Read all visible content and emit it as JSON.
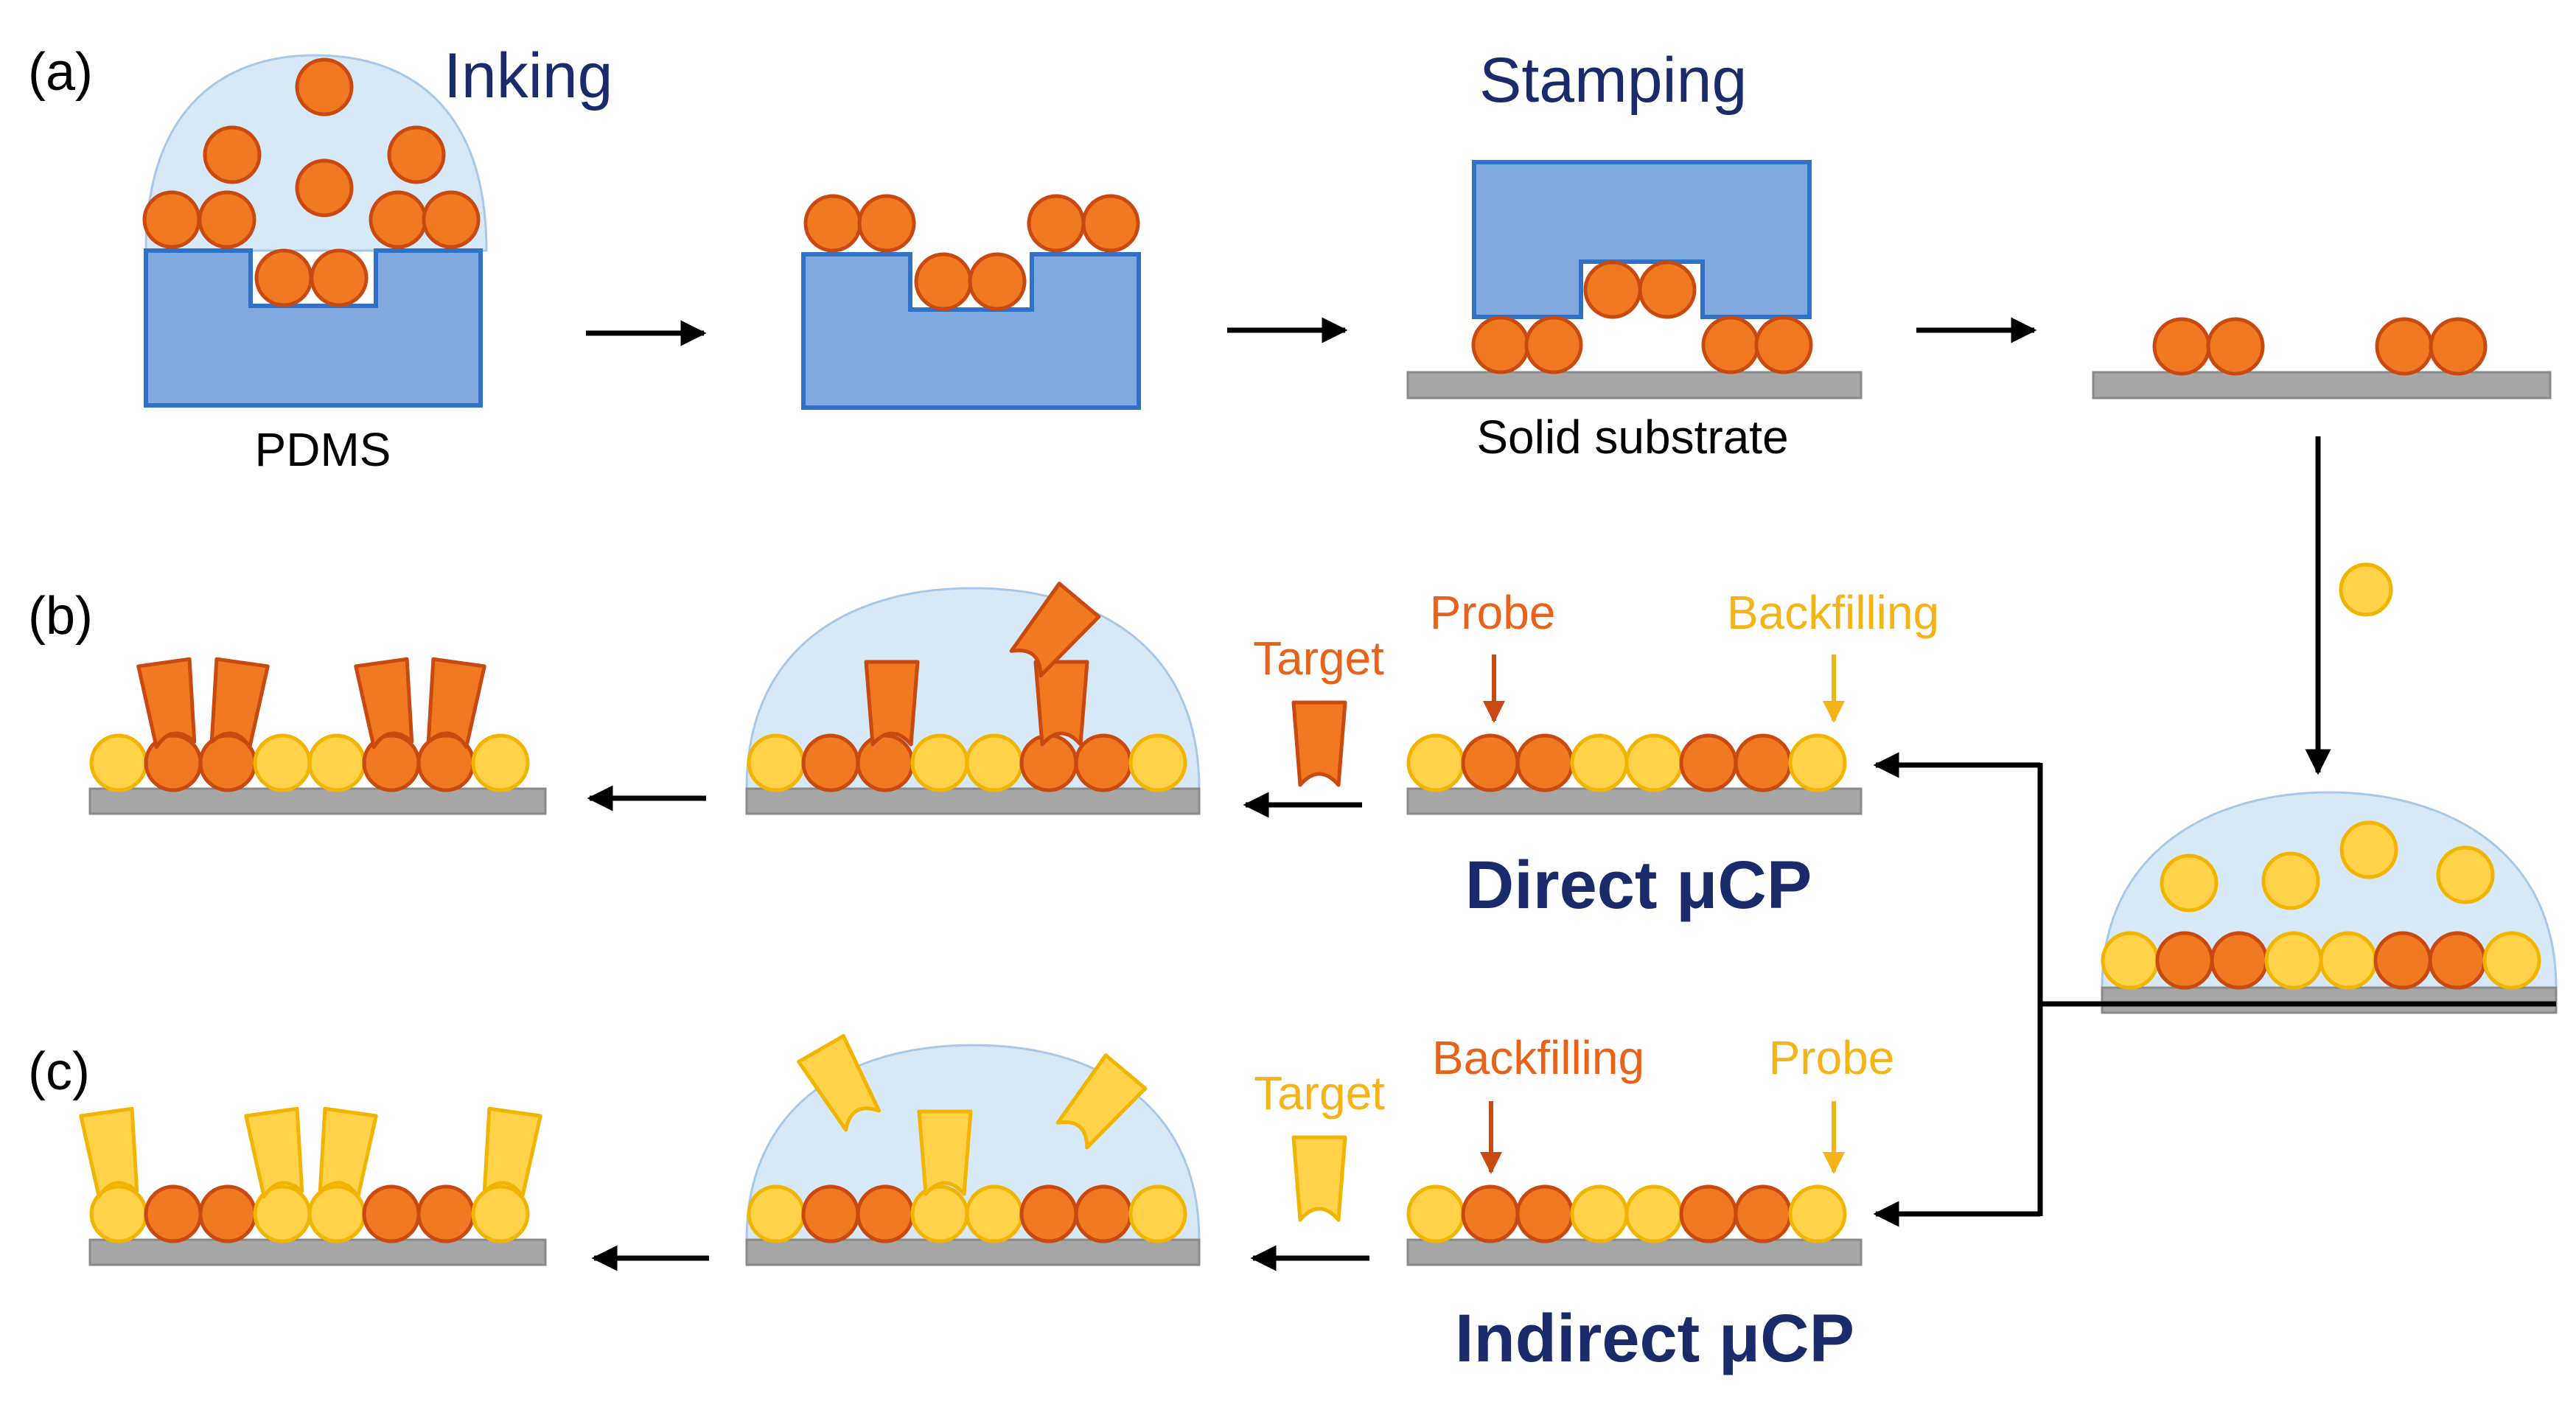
{
  "panels": {
    "a": "(a)",
    "b": "(b)",
    "c": "(c)"
  },
  "step_titles": {
    "inking": "Inking",
    "stamping": "Stamping"
  },
  "labels": {
    "pdms": "PDMS",
    "solid_substrate": "Solid substrate",
    "direct_probe": "Probe",
    "direct_backfilling": "Backfilling",
    "direct_target": "Target",
    "indirect_backfilling": "Backfilling",
    "indirect_probe": "Probe",
    "indirect_target": "Target"
  },
  "methods": {
    "direct": "Direct μCP",
    "indirect": "Indirect μCP"
  },
  "colors": {
    "title_blue": "#1a2b6b",
    "pdms_fill": "#80aadf",
    "pdms_stroke": "#2f72c8",
    "ink_droplet": "#d7e8f6",
    "orange_fill": "#f07820",
    "orange_stroke": "#c84a10",
    "yellow_fill": "#ffd24a",
    "yellow_stroke": "#f1b400",
    "probe_orange_text": "#e8621a",
    "probe_yellow_text": "#f5b31a",
    "substrate": "#a6a6a6",
    "arrow": "#000000"
  }
}
